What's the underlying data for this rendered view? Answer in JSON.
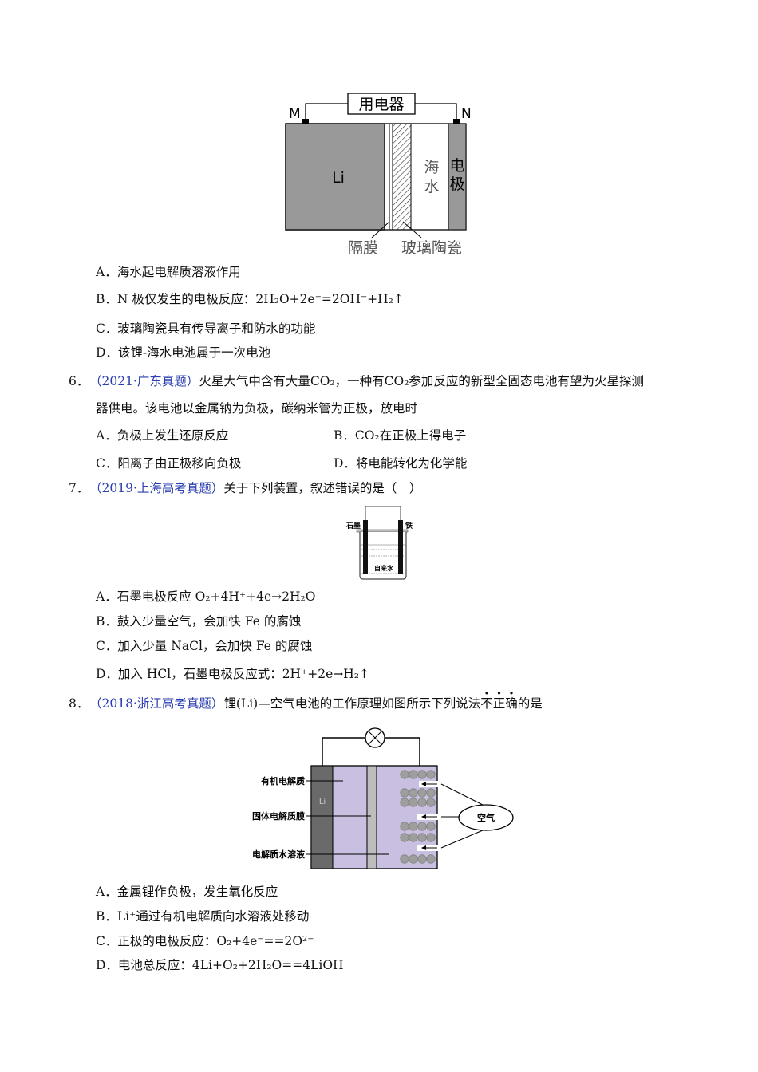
{
  "q5": {
    "diagram": {
      "device": "用电器",
      "m": "M",
      "n": "N",
      "li": "Li",
      "seawater_1": "海",
      "seawater_2": "水",
      "electrode_1": "电",
      "electrode_2": "极",
      "separator": "隔膜",
      "glass_ceramic": "玻璃陶瓷"
    },
    "options": [
      "A．海水起电解质溶液作用",
      "B．N 极仅发生的电极反应：2H₂O+2e⁻=2OH⁻+H₂↑",
      "C．玻璃陶瓷具有传导离子和防水的功能",
      "D．该锂-海水电池属于一次电池"
    ]
  },
  "q6": {
    "number": "6．",
    "source": "（2021·广东真题）",
    "stem_1": "火星大气中含有大量CO₂，一种有CO₂参加反应的新型全固态电池有望为火星探测",
    "stem_2": "器供电。该电池以金属钠为负极，碳纳米管为正极，放电时",
    "options": [
      "A．负极上发生还原反应",
      "B．CO₂在正极上得电子",
      "C．阳离子由正极移向负极",
      "D．将电能转化为化学能"
    ]
  },
  "q7": {
    "number": "7．",
    "source": "（2019·上海高考真题）",
    "stem": "关于下列装置，叙述错误的是（　）",
    "diagram": {
      "graphite": "石墨",
      "iron": "铁",
      "tap_water": "自来水"
    },
    "options": [
      "A．石墨电极反应 O₂+4H⁺+4e→2H₂O",
      "B．鼓入少量空气，会加快 Fe 的腐蚀",
      "C．加入少量 NaCl，会加快 Fe 的腐蚀",
      "D．加入 HCl，石墨电极反应式：2H⁺+2e→H₂↑"
    ]
  },
  "q8": {
    "number": "8．",
    "source": "（2018·浙江高考真题）",
    "stem_before": "锂(Li)—空气电池的工作原理如图所示下列说法",
    "stem_emph": [
      "不",
      "正",
      "确"
    ],
    "stem_after": "的是",
    "diagram": {
      "organic": "有机电解质",
      "solid": "固体电解质膜",
      "aqueous": "电解质水溶液",
      "li": "Li",
      "air": "空气"
    },
    "options": [
      "A．金属锂作负极，发生氧化反应",
      "B．Li⁺通过有机电解质向水溶液处移动",
      "C．正极的电极反应：O₂+4e⁻==2O²⁻",
      "D．电池总反应：4Li+O₂+2H₂O==4LiOH"
    ]
  },
  "colors": {
    "source": "#2a3db0",
    "purple_fill": "#c9bfe0",
    "gray_fill": "#999999"
  }
}
